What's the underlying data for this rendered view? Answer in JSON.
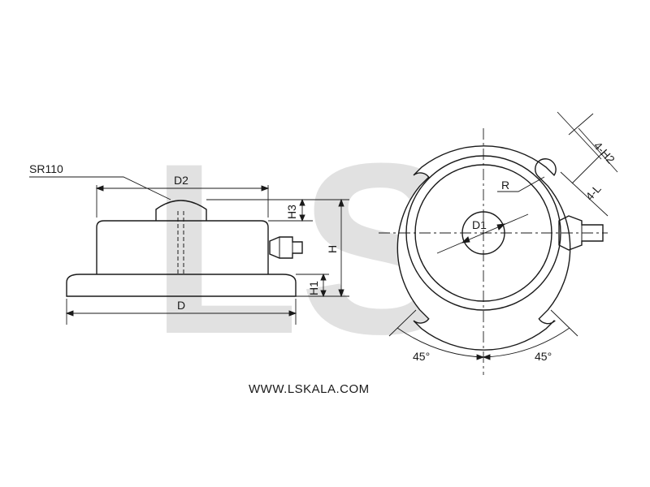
{
  "watermark": {
    "text": "LS",
    "color": "#d8d8d8"
  },
  "colors": {
    "line": "#1a1a1a",
    "background": "#ffffff"
  },
  "labels": {
    "sr110": "SR110",
    "d2": "D2",
    "h3": "H3",
    "h": "H",
    "h1": "H1",
    "d": "D",
    "r": "R",
    "d1": "D1",
    "h2": "4-H2",
    "l": "4-L",
    "angle_left": "45°",
    "angle_right": "45°"
  },
  "website": "WWW.LSKALA.COM"
}
